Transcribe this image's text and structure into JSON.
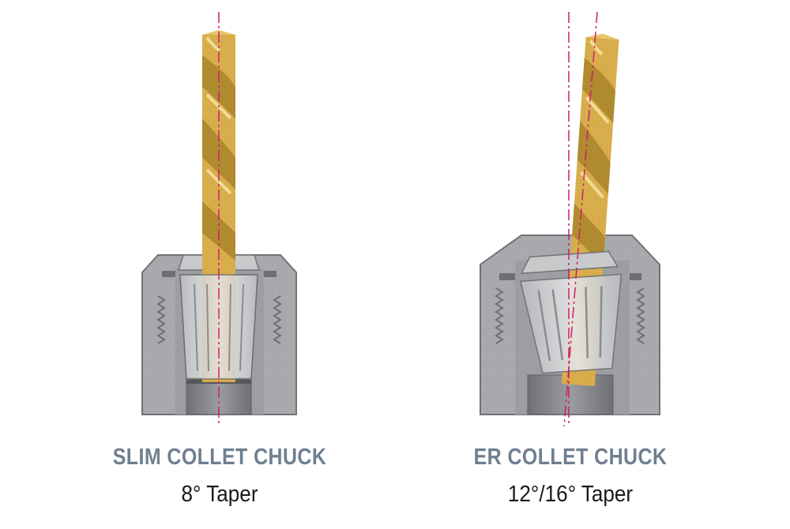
{
  "figure": {
    "panels": [
      {
        "title": "SLIM COLLET CHUCK",
        "taper": "8° Taper"
      },
      {
        "title": "ER COLLET CHUCK",
        "taper": "12°/16° Taper"
      }
    ],
    "colors": {
      "drill_gold": "#d8ad4a",
      "drill_shadow": "#b08a2e",
      "drill_highlight": "#f3dd95",
      "housing": "#a7a9ac",
      "housing_dark": "#6d6f72",
      "collet": "#d4d6d8",
      "centerline": "#cc1e6e",
      "title": "#6f7f8f"
    }
  }
}
